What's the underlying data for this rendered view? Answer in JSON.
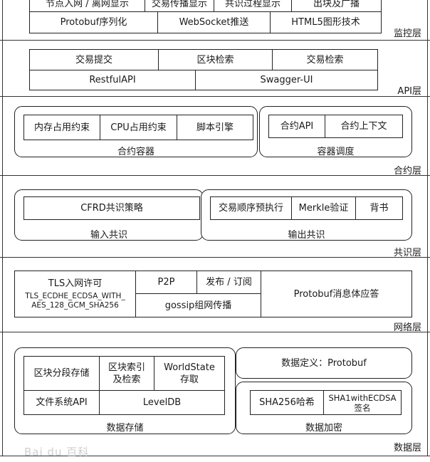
{
  "monitor": {
    "label": "监控层",
    "row1": [
      "节点入网 / 离网显示",
      "交易传播显示",
      "共识过程显示",
      "出块及广播"
    ],
    "row2": [
      "Protobuf序列化",
      "WebSocket推送",
      "HTML5图形技术"
    ]
  },
  "api": {
    "label": "API层",
    "row1": [
      "交易提交",
      "区块检索",
      "交易检索"
    ],
    "row2": [
      "RestfulAPI",
      "Swagger-UI"
    ]
  },
  "contract": {
    "label": "合约层",
    "container_items": [
      "内存占用约束",
      "CPU占用约束",
      "脚本引擎"
    ],
    "container_label": "合约容器",
    "schedule_items": [
      "合约API",
      "合约上下文"
    ],
    "schedule_label": "容器调度"
  },
  "consensus": {
    "label": "共识层",
    "input_item": "CFRD共识策略",
    "input_label": "输入共识",
    "output_items": [
      "交易顺序预执行",
      "Merkle验证",
      "背书"
    ],
    "output_label": "输出共识"
  },
  "network": {
    "label": "网络层",
    "tls_title": "TLS入网许可",
    "tls_detail_1": "TLS_ECDHE_ECDSA_WITH_",
    "tls_detail_2": "AES_128_GCM_SHA256",
    "p2p": "P2P",
    "pubsub": "发布 / 订阅",
    "gossip": "gossip组网传播",
    "protobuf": "Protobuf消息体应答"
  },
  "data": {
    "label": "数据层",
    "storage_seg_1": "区块分段存储",
    "storage_index_1": "区块索引",
    "storage_index_2": "及检索",
    "storage_ws_1": "WorldState",
    "storage_ws_2": "存取",
    "storage_fs": "文件系统API",
    "storage_leveldb": "LevelDB",
    "storage_label": "数据存储",
    "def": "数据定义：Protobuf",
    "crypto_sha": "SHA256哈希",
    "crypto_sig_1": "SHA1withECDSA",
    "crypto_sig_2": "签名",
    "crypto_label": "数据加密"
  },
  "watermark": "Bai du 百科"
}
